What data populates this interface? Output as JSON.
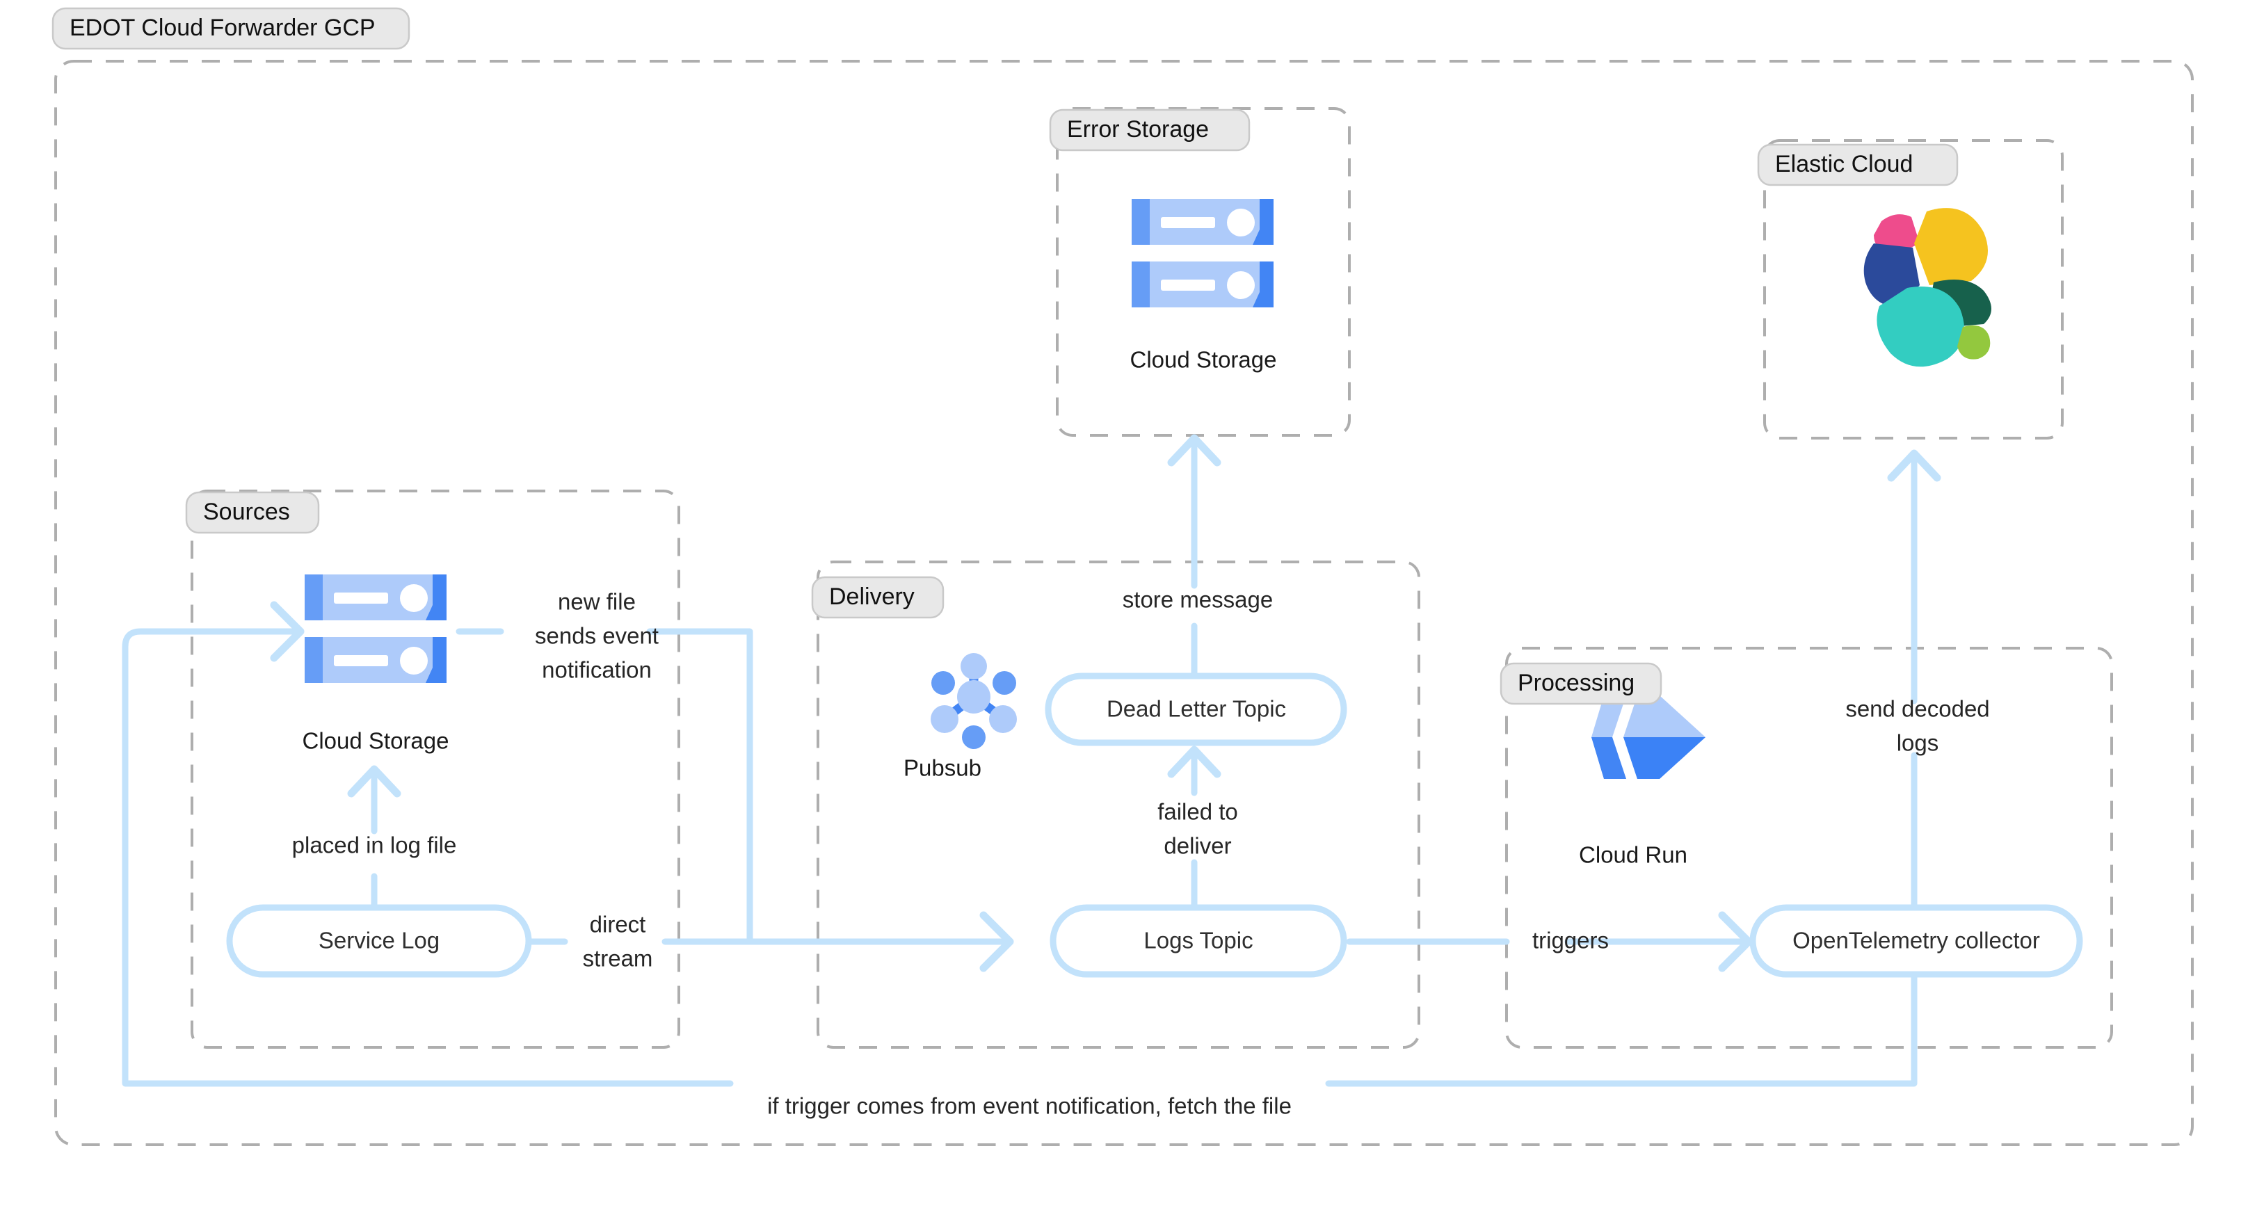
{
  "diagram": {
    "title": "EDOT Cloud Forwarder GCP",
    "type": "architecture-flow-diagram",
    "colors": {
      "edge": "#c2e2fb",
      "group_border": "#aeaeae",
      "group_label_bg": "#e8e8e8",
      "node_border": "#c2e2fb",
      "node_fill": "#ffffff",
      "gcp_blue_light": "#aecbfa",
      "gcp_blue_dark": "#4285f4",
      "elastic_pink": "#ee4c8c",
      "elastic_yellow": "#f5c31f",
      "elastic_navy": "#2b4a9b",
      "elastic_teal": "#33cdc1",
      "elastic_darkgreen": "#17614c",
      "elastic_lightgreen": "#93c83e"
    },
    "groups": [
      {
        "id": "root",
        "label": "EDOT Cloud Forwarder GCP"
      },
      {
        "id": "error_storage",
        "label": "Error Storage"
      },
      {
        "id": "elastic_cloud",
        "label": "Elastic Cloud"
      },
      {
        "id": "sources",
        "label": "Sources"
      },
      {
        "id": "delivery",
        "label": "Delivery"
      },
      {
        "id": "processing",
        "label": "Processing"
      }
    ],
    "icons": [
      {
        "id": "error_cloud_storage",
        "name": "cloud-storage-icon",
        "caption": "Cloud Storage",
        "group": "error_storage"
      },
      {
        "id": "elastic_logo",
        "name": "elastic-logo-icon",
        "caption": "",
        "group": "elastic_cloud"
      },
      {
        "id": "sources_cloud_storage",
        "name": "cloud-storage-icon",
        "caption": "Cloud Storage",
        "group": "sources"
      },
      {
        "id": "pubsub",
        "name": "pubsub-icon",
        "caption": "Pubsub",
        "group": "delivery"
      },
      {
        "id": "cloud_run",
        "name": "cloud-run-icon",
        "caption": "Cloud Run",
        "group": "processing"
      }
    ],
    "nodes": [
      {
        "id": "service_log",
        "label": "Service Log",
        "group": "sources"
      },
      {
        "id": "dead_letter_topic",
        "label": "Dead Letter Topic",
        "group": "delivery"
      },
      {
        "id": "logs_topic",
        "label": "Logs Topic",
        "group": "delivery"
      },
      {
        "id": "otel_collector",
        "label": "OpenTelemetry collector",
        "group": "processing"
      }
    ],
    "edges": [
      {
        "id": "e_placed_in_log_file",
        "from": "service_log",
        "to": "sources_cloud_storage",
        "label": "placed in log file"
      },
      {
        "id": "e_new_file",
        "from": "sources_cloud_storage",
        "to": "logs_topic",
        "label_lines": [
          "new file",
          "sends event",
          "notification"
        ]
      },
      {
        "id": "e_direct_stream",
        "from": "service_log",
        "to": "logs_topic",
        "label_lines": [
          "direct",
          "stream"
        ]
      },
      {
        "id": "e_failed_to_deliver",
        "from": "logs_topic",
        "to": "dead_letter_topic",
        "label_lines": [
          "failed to",
          "deliver"
        ]
      },
      {
        "id": "e_store_message",
        "from": "dead_letter_topic",
        "to": "error_cloud_storage",
        "label": "store message"
      },
      {
        "id": "e_triggers",
        "from": "logs_topic",
        "to": "otel_collector",
        "label": "triggers"
      },
      {
        "id": "e_send_decoded_logs",
        "from": "otel_collector",
        "to": "elastic_cloud",
        "label_lines": [
          "send decoded",
          "logs"
        ]
      },
      {
        "id": "e_fetch_file",
        "from": "otel_collector",
        "to": "sources_cloud_storage",
        "label": "if trigger comes from event notification, fetch the file"
      }
    ],
    "labels": {
      "root_title": "EDOT Cloud Forwarder GCP",
      "error_storage": "Error Storage",
      "elastic_cloud": "Elastic Cloud",
      "sources": "Sources",
      "delivery": "Delivery",
      "processing": "Processing",
      "cloud_storage_error": "Cloud Storage",
      "cloud_storage_sources": "Cloud Storage",
      "pubsub": "Pubsub",
      "cloud_run": "Cloud Run",
      "service_log": "Service Log",
      "dead_letter_topic": "Dead Letter Topic",
      "logs_topic": "Logs Topic",
      "otel_collector": "OpenTelemetry collector",
      "placed_in_log_file": "placed in log file",
      "new_file_1": "new file",
      "new_file_2": "sends event",
      "new_file_3": "notification",
      "direct_1": "direct",
      "direct_2": "stream",
      "failed_1": "failed to",
      "failed_2": "deliver",
      "store_message": "store message",
      "triggers": "triggers",
      "send_decoded_1": "send decoded",
      "send_decoded_2": "logs",
      "fetch_file": "if trigger comes from event notification, fetch the file"
    }
  }
}
